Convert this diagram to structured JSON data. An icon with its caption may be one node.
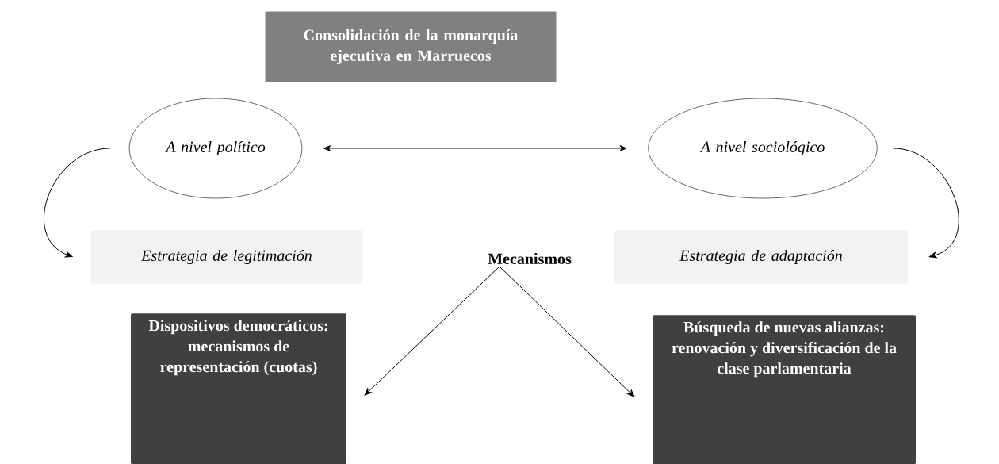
{
  "diagram": {
    "nodes": [
      {
        "text": [
          "Consolidación de la monarquía ejecutiva en Marruecos"
        ]
      },
      {
        "text": [
          "A nivel político"
        ]
      },
      {
        "text": [
          "A nivel sociológico"
        ]
      },
      {
        "text": [
          "Estrategia de legitimación"
        ]
      },
      {
        "text": [
          "Mecanismos"
        ]
      },
      {
        "text": [
          "Estrategia de adaptación"
        ]
      },
      {
        "text": [
          "Dispositivos democráticos: mecanismos de representación (cuotas)"
        ]
      },
      {
        "text": [
          "Búsqueda de nuevas alianzas: renovación y diversificación de la clase parlamentaria"
        ]
      }
    ],
    "edges": [
      {
        "from": 1,
        "to": 2,
        "arrow": "both"
      },
      {
        "from": 1,
        "to": 3,
        "arrow": "to"
      },
      {
        "from": 2,
        "to": 5,
        "arrow": "to"
      },
      {
        "from": 4,
        "to": 6,
        "arrow": "to"
      },
      {
        "from": 4,
        "to": 7,
        "arrow": "to"
      }
    ]
  }
}
